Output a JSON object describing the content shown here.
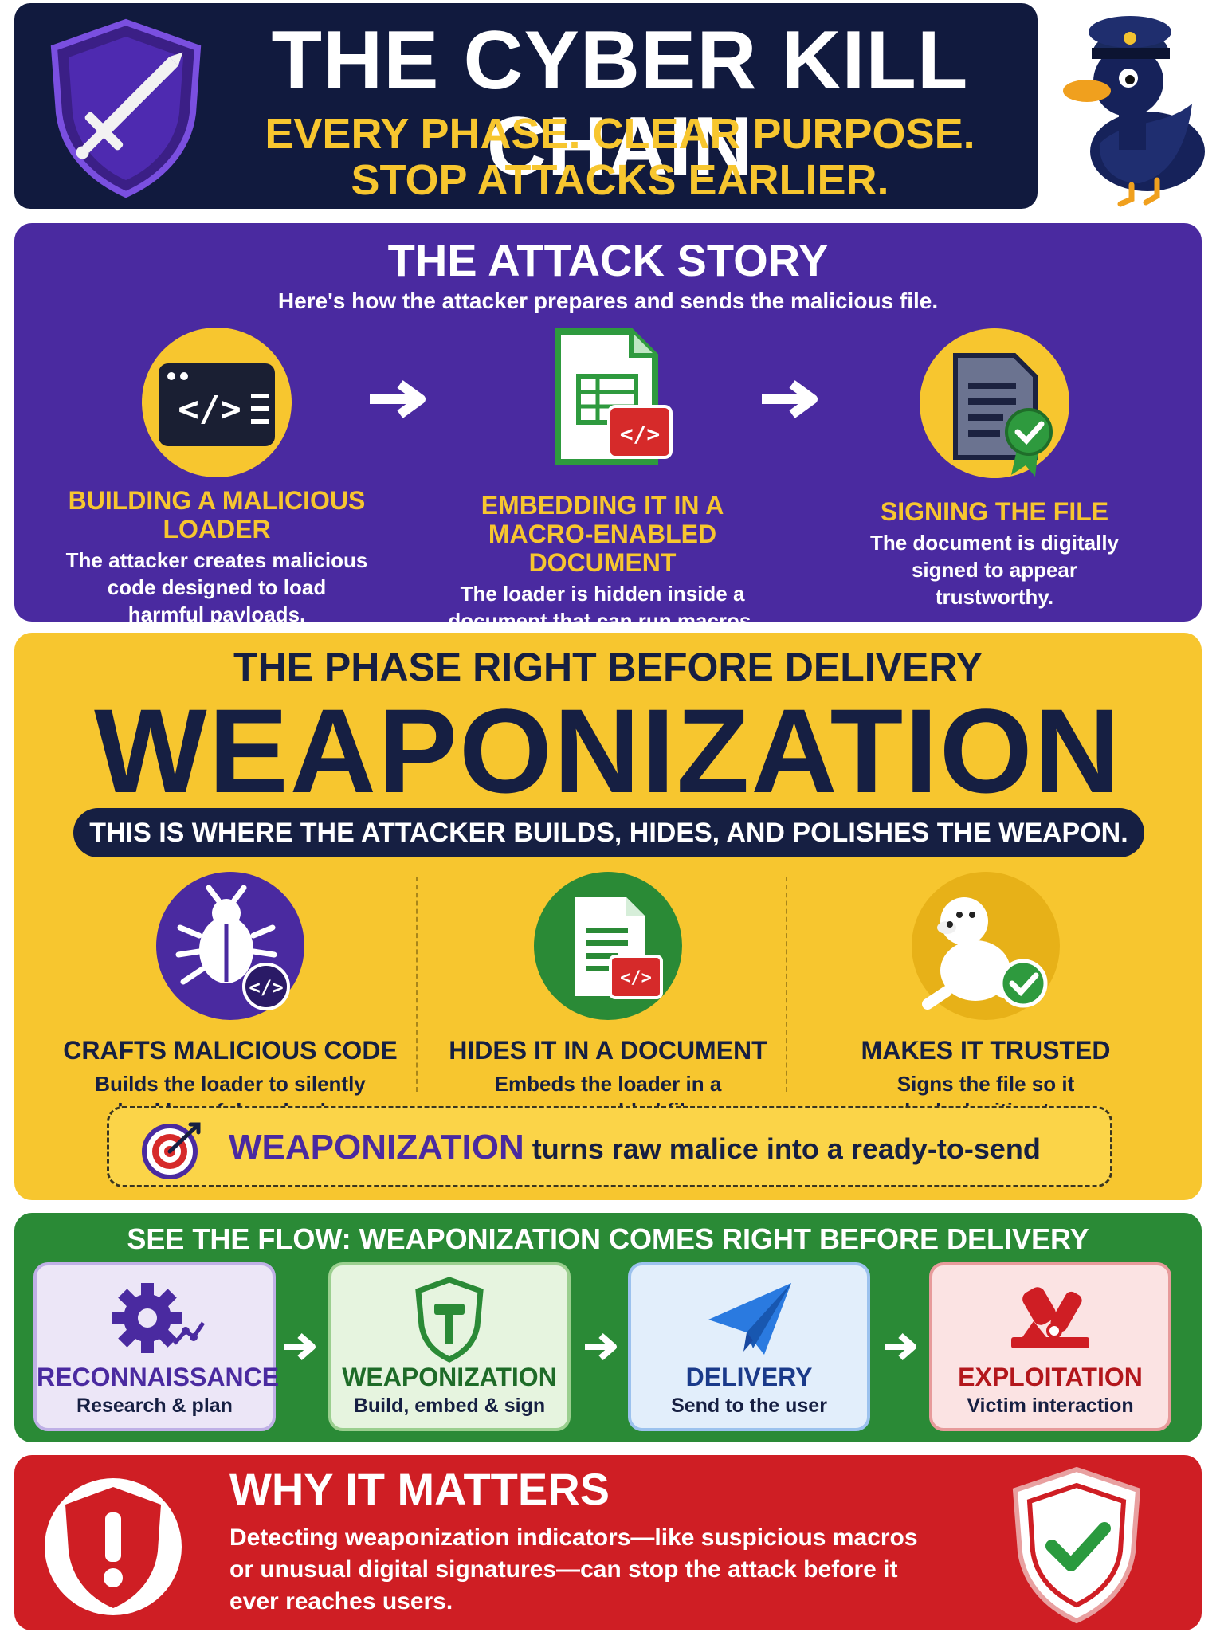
{
  "header": {
    "title": "THE CYBER KILL CHAIN",
    "subtitle_line1": "EVERY PHASE. CLEAR PURPOSE.",
    "subtitle_line2": "STOP ATTACKS EARLIER."
  },
  "story": {
    "heading": "THE ATTACK STORY",
    "lead": "Here's how the attacker prepares and sends the malicious file.",
    "steps": [
      {
        "label_line1": "BUILDING A MALICIOUS",
        "label_line2": "LOADER",
        "desc_line1": "The attacker creates malicious",
        "desc_line2": "code designed to load",
        "desc_line3": "harmful payloads."
      },
      {
        "label_line1": "EMBEDDING IT IN A",
        "label_line2": "MACRO-ENABLED DOCUMENT",
        "desc_line1": "The loader is hidden inside a",
        "desc_line2": "document that can run macros."
      },
      {
        "label_line1": "SIGNING THE FILE",
        "desc_line1": "The document is digitally",
        "desc_line2": "signed to appear",
        "desc_line3": "trustworthy."
      }
    ]
  },
  "weaponization": {
    "pre_heading": "THE PHASE RIGHT BEFORE DELIVERY",
    "heading": "WEAPONIZATION",
    "banner": "THIS IS WHERE THE ATTACKER BUILDS, HIDES, AND POLISHES THE WEAPON.",
    "features": [
      {
        "label": "CRAFTS MALICIOUS CODE",
        "desc_line1": "Builds the loader to silently",
        "desc_line2": "load harmful payloads."
      },
      {
        "label": "HIDES IT IN A DOCUMENT",
        "desc_line1": "Embeds the loader in a",
        "desc_line2": "macro-enabled file."
      },
      {
        "label": "MAKES IT TRUSTED",
        "desc_line1": "Signs the file so it",
        "desc_line2": "looks legitimate."
      }
    ],
    "callout_strong": "WEAPONIZATION",
    "callout_rest": " turns raw malice into a ready-to-send weapon."
  },
  "flow": {
    "heading": "SEE THE FLOW: WEAPONIZATION COMES RIGHT BEFORE DELIVERY",
    "cards": [
      {
        "label": "RECONNAISSANCE",
        "desc": "Research & plan",
        "icon": "gear-icon"
      },
      {
        "label": "WEAPONIZATION",
        "desc": "Build, embed & sign",
        "icon": "hammer-shield-icon"
      },
      {
        "label": "DELIVERY",
        "desc": "Send to the user",
        "icon": "paper-plane-icon"
      },
      {
        "label": "EXPLOITATION",
        "desc": "Victim interaction",
        "icon": "exploit-icon"
      }
    ]
  },
  "why": {
    "heading": "WHY IT MATTERS",
    "text_line1": "Detecting weaponization indicators—like suspicious macros",
    "text_line2": "or unusual digital signatures—can stop the attack before it",
    "text_line3": "ever reaches users."
  },
  "colors": {
    "navy": "#111a3e",
    "purple": "#4a2aa0",
    "yellow": "#f7c62f",
    "green": "#2a8a36",
    "red": "#cf1e24"
  }
}
